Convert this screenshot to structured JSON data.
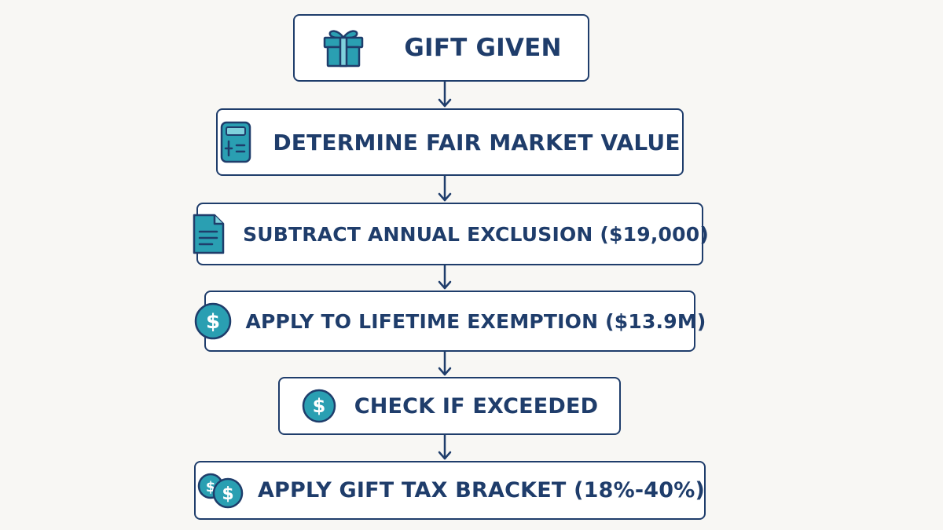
{
  "colors": {
    "background": "#f8f7f4",
    "box_border": "#1f3d6b",
    "text": "#1f3d6b",
    "icon_fill": "#2a9fb2",
    "icon_stroke": "#1f3d6b",
    "connector": "#1f3d6b"
  },
  "flowchart": {
    "steps": [
      {
        "label": "GIFT GIVEN",
        "icon": "gift-icon"
      },
      {
        "label": "DETERMINE FAIR MARKET VALUE",
        "icon": "calculator-icon"
      },
      {
        "label": "SUBTRACT ANNUAL EXCLUSION ($19,000)",
        "icon": "document-icon"
      },
      {
        "label": "APPLY TO LIFETIME EXEMPTION ($13.9M)",
        "icon": "dollar-coin-icon"
      },
      {
        "label": "CHECK IF EXCEEDED",
        "icon": "dollar-coin-icon"
      },
      {
        "label": "APPLY GIFT TAX BRACKET (18%-40%)",
        "icon": "coins-icon"
      }
    ]
  }
}
